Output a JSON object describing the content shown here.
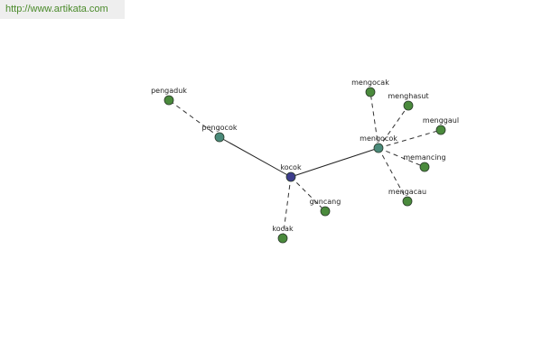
{
  "source_link": {
    "url_text": "http://www.artikata.com"
  },
  "colors": {
    "center": "#3d3d8c",
    "hub": "#4a8a7a",
    "leaf": "#4a8a3c",
    "node_stroke": "#2a3a2a",
    "solid_edge": "#222222",
    "dashed_edge": "#333333"
  },
  "graph": {
    "nodes": [
      {
        "id": "kocok",
        "label": "kocok",
        "kind": "center"
      },
      {
        "id": "pengocok",
        "label": "pengocok",
        "kind": "hub"
      },
      {
        "id": "mengocok",
        "label": "mengocok",
        "kind": "hub"
      },
      {
        "id": "pengaduk",
        "label": "pengaduk",
        "kind": "leaf"
      },
      {
        "id": "guncang",
        "label": "guncang",
        "kind": "leaf"
      },
      {
        "id": "kocak",
        "label": "kocak",
        "kind": "leaf"
      },
      {
        "id": "mengocak",
        "label": "mengocak",
        "kind": "leaf"
      },
      {
        "id": "menghasut",
        "label": "menghasut",
        "kind": "leaf"
      },
      {
        "id": "menggaul",
        "label": "menggaul",
        "kind": "leaf"
      },
      {
        "id": "memancing",
        "label": "memancing",
        "kind": "leaf"
      },
      {
        "id": "mengacau",
        "label": "mengacau",
        "kind": "leaf"
      }
    ],
    "edges": [
      {
        "from": "kocok",
        "to": "pengocok",
        "style": "solid"
      },
      {
        "from": "kocok",
        "to": "mengocok",
        "style": "solid"
      },
      {
        "from": "kocok",
        "to": "guncang",
        "style": "dashed"
      },
      {
        "from": "kocok",
        "to": "kocak",
        "style": "dashed"
      },
      {
        "from": "pengocok",
        "to": "pengaduk",
        "style": "dashed"
      },
      {
        "from": "mengocok",
        "to": "mengocak",
        "style": "dashed"
      },
      {
        "from": "mengocok",
        "to": "menghasut",
        "style": "dashed"
      },
      {
        "from": "mengocok",
        "to": "menggaul",
        "style": "dashed"
      },
      {
        "from": "mengocok",
        "to": "memancing",
        "style": "dashed"
      },
      {
        "from": "mengocok",
        "to": "mengacau",
        "style": "dashed"
      }
    ]
  }
}
